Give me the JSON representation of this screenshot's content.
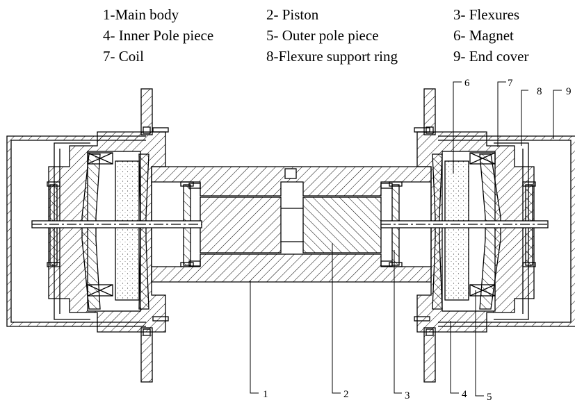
{
  "legend": {
    "items": [
      {
        "label": "1-Main body"
      },
      {
        "label": "2- Piston"
      },
      {
        "label": "3- Flexures"
      },
      {
        "label": "4- Inner Pole piece"
      },
      {
        "label": "5- Outer pole piece"
      },
      {
        "label": "6- Magnet"
      },
      {
        "label": "7- Coil"
      },
      {
        "label": "8-Flexure support ring"
      },
      {
        "label": "9- End cover"
      }
    ]
  },
  "callouts": {
    "c1": "1",
    "c2": "2",
    "c3": "3",
    "c4": "4",
    "c5": "5",
    "c6": "6",
    "c7": "7",
    "c8": "8",
    "c9": "9"
  },
  "colors": {
    "line": "#000000",
    "background": "#ffffff"
  }
}
